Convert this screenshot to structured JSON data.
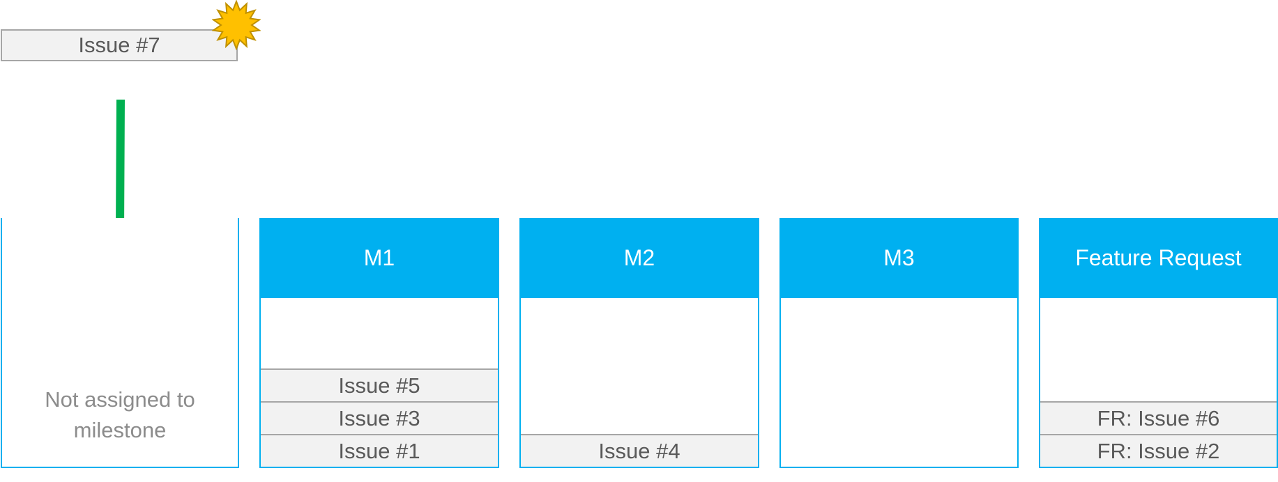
{
  "new_issue": {
    "label": "Issue #7",
    "badge_icon": "starburst-icon",
    "badge_color": "#ffc000"
  },
  "arrow": {
    "icon": "arrow-down-icon",
    "color": "#00b050"
  },
  "unassigned": {
    "label_line1": "Not assigned to",
    "label_line2": "milestone"
  },
  "columns": [
    {
      "title": "M1",
      "issues": [
        "Issue #5",
        "Issue #3",
        "Issue #1"
      ]
    },
    {
      "title": "M2",
      "issues": [
        "Issue #4"
      ]
    },
    {
      "title": "M3",
      "issues": []
    },
    {
      "title": "Feature Request",
      "issues": [
        "FR: Issue #6",
        "FR: Issue #2"
      ]
    }
  ],
  "colors": {
    "header": "#00b0f0",
    "card_bg": "#f2f2f2",
    "card_border": "#a6a6a6",
    "card_text": "#595959",
    "muted_text": "#8c8c8c"
  }
}
